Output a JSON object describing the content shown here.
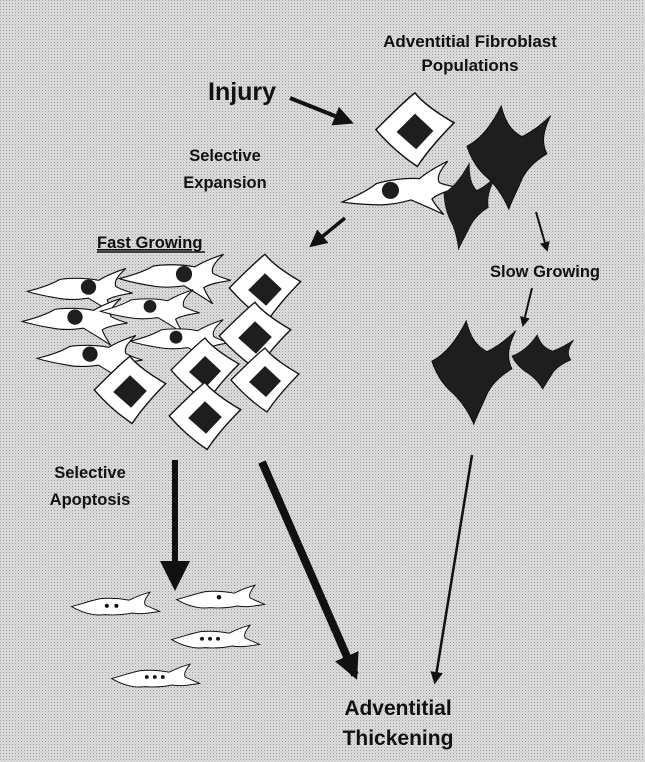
{
  "labels": {
    "adventitial_title_line1": "Adventitial Fibroblast",
    "adventitial_title_line2": "Populations",
    "injury": "Injury",
    "selective_expansion_line1": "Selective",
    "selective_expansion_line2": "Expansion",
    "fast_growing": "Fast Growing",
    "slow_growing": "Slow Growing",
    "selective_apoptosis_line1": "Selective",
    "selective_apoptosis_line2": "Apoptosis",
    "adventitial_thickening_line1": "Adventitial",
    "adventitial_thickening_line2": "Thickening"
  },
  "colors": {
    "background_stipple": "#c9c9c9",
    "cell_dark": "#1e1e1e",
    "cell_outline": "#111111",
    "text": "#111111"
  }
}
